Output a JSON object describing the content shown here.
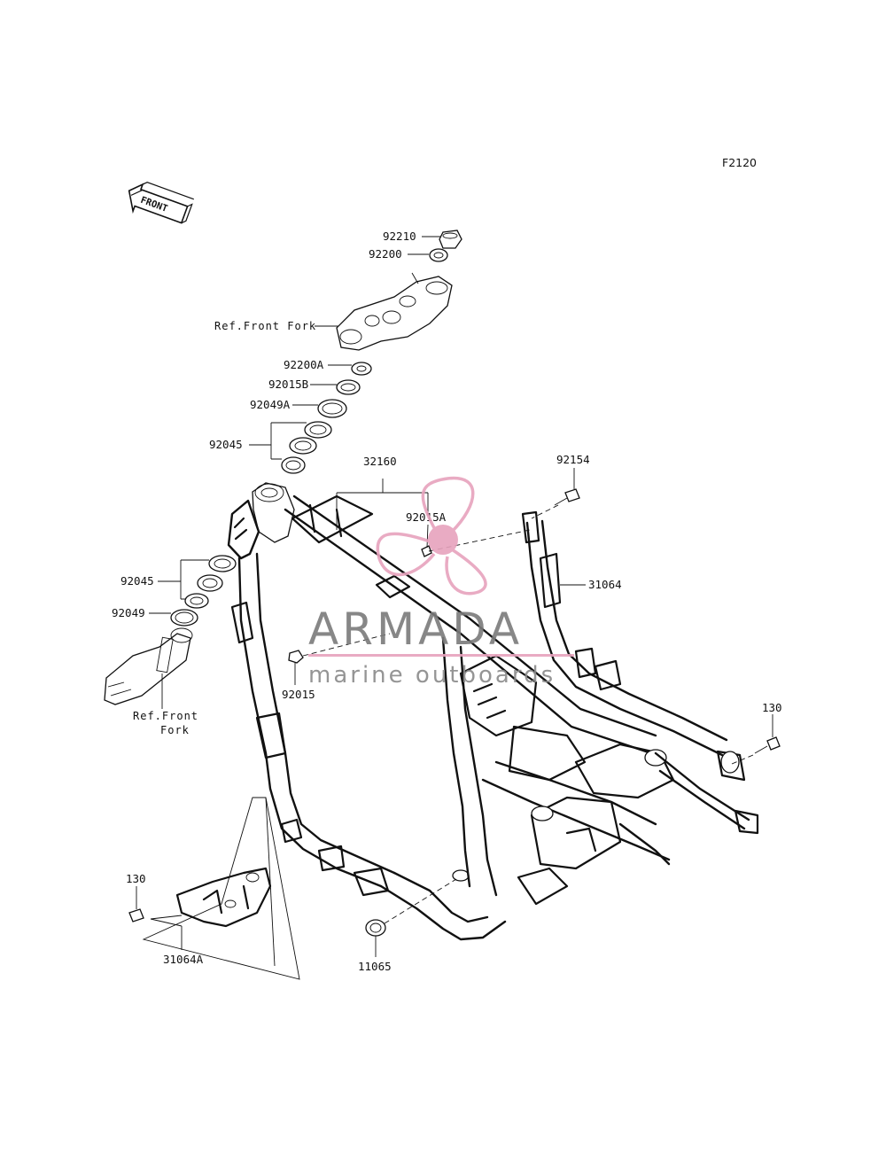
{
  "figure_id": "F2120",
  "front_arrow": {
    "label": "FRONT",
    "icon": "front-direction-arrow-icon"
  },
  "watermark": {
    "brand": "ARMADA",
    "tagline": "marine outboards",
    "accent_color": "#e7a3bd",
    "text_color": "#7b7b7b"
  },
  "parts": {
    "p92210": "92210",
    "p92200": "92200",
    "ref_front_fork_top": "Ref.Front Fork",
    "p92200A": "92200A",
    "p92015B": "92015B",
    "p92049A": "92049A",
    "p92045_top": "92045",
    "p32160": "32160",
    "p92015A": "92015A",
    "p92154": "92154",
    "p31064": "31064",
    "p92045_low": "92045",
    "p92049": "92049",
    "p92015": "92015",
    "ref_front_fork_low_1": "Ref.Front",
    "ref_front_fork_low_2": "Fork",
    "p130_right": "130",
    "p130_left": "130",
    "p31064A": "31064A",
    "p11065": "11065"
  }
}
